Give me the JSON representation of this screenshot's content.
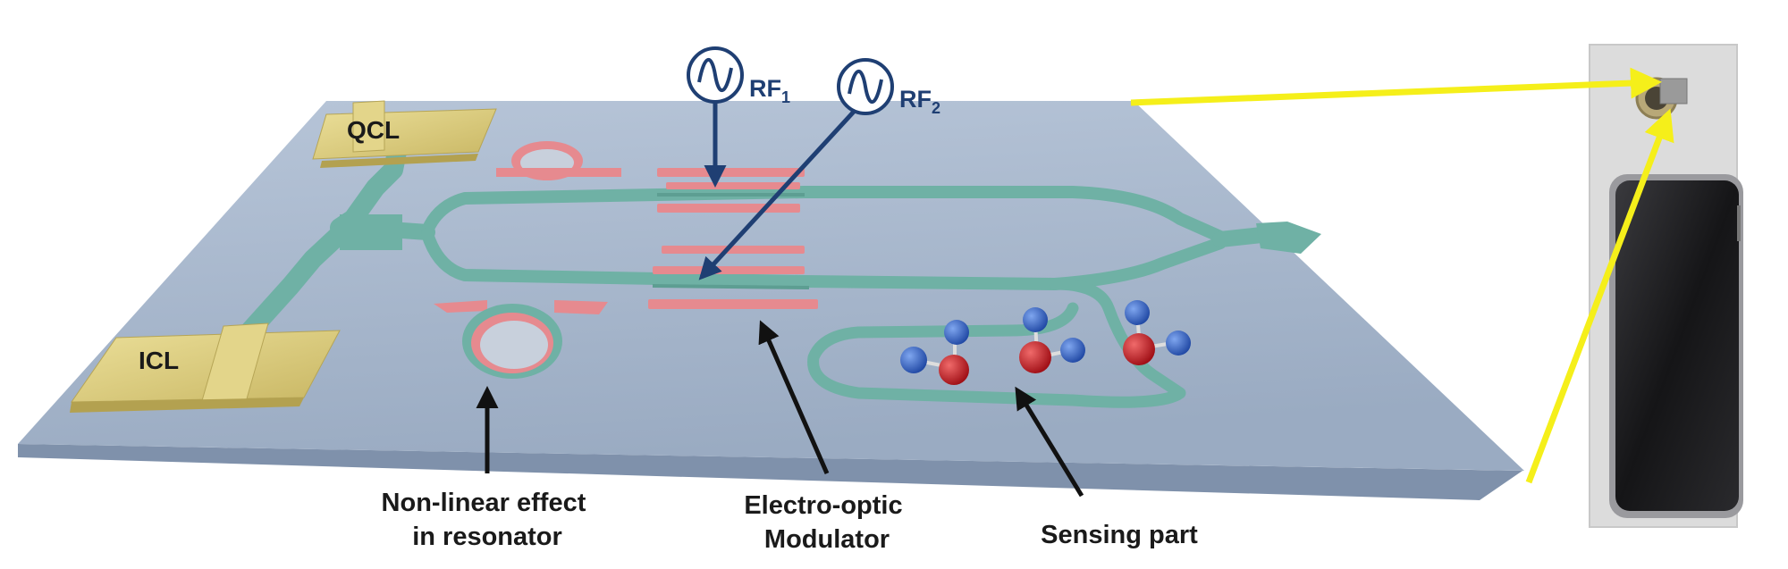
{
  "components": {
    "qcl": "QCL",
    "icl": "ICL",
    "rf1": {
      "base": "RF",
      "sub": "1"
    },
    "rf2": {
      "base": "RF",
      "sub": "2"
    }
  },
  "captions": {
    "resonator": [
      "Non-linear effect",
      "in resonator"
    ],
    "modulator": [
      "Electro-optic",
      "Modulator"
    ],
    "sensing": "Sensing part"
  },
  "colors": {
    "substrate_top": "#a9b8cc",
    "substrate_side": "#8697b0",
    "waveguide": "#6fb1a5",
    "electrode": "#e68a8f",
    "laser_pad": "#d8c97a",
    "rf_navy": "#1f3f73",
    "pointer_yellow": "#f5ef1a",
    "molecule_blue": "#2f5fbf",
    "molecule_red": "#c0161f"
  }
}
